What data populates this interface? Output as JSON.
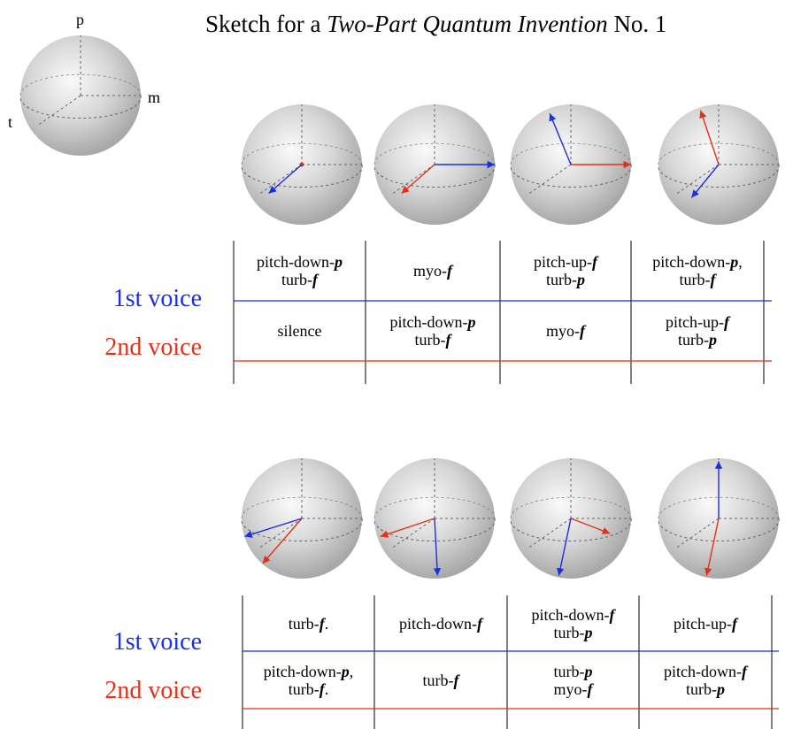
{
  "title": {
    "prefix": "Sketch for a ",
    "italic": "Two-Part Quantum Invention",
    "suffix": " No. 1"
  },
  "legend_sphere": {
    "labels": {
      "p": "p",
      "m": "m",
      "t": "t"
    }
  },
  "colors": {
    "voice1": "#1a2fe0",
    "voice2": "#e0321a",
    "grid": "#666666"
  },
  "systems": [
    {
      "voice_labels": [
        "1st voice",
        "2nd voice"
      ],
      "spheres": [
        {
          "voice1": [
            -0.55,
            -0.48,
            "t-axis"
          ],
          "voice2": [
            0,
            0,
            "origin"
          ]
        },
        {
          "voice1": [
            1,
            0,
            "m-axis"
          ],
          "voice2": [
            -0.55,
            -0.48,
            "t-axis"
          ]
        },
        {
          "voice1": [
            -0.35,
            0.85,
            "p-axis"
          ],
          "voice2": [
            1,
            0,
            "m-axis"
          ]
        },
        {
          "voice1": [
            -0.45,
            -0.55,
            "t-axis"
          ],
          "voice2": [
            -0.3,
            0.9,
            "p-axis"
          ]
        }
      ],
      "voice1_cells": [
        [
          [
            "pitch-down-",
            "p",
            ""
          ],
          [
            "turb-",
            "f",
            ""
          ]
        ],
        [
          [
            "myo-",
            "f",
            ""
          ]
        ],
        [
          [
            "pitch-up-",
            "f",
            ""
          ],
          [
            "turb-",
            "p",
            ""
          ]
        ],
        [
          [
            "pitch-down-",
            "p",
            ","
          ],
          [
            "turb-",
            "f",
            ""
          ]
        ]
      ],
      "voice2_cells": [
        [
          [
            "silence",
            "",
            ""
          ]
        ],
        [
          [
            "pitch-down-",
            "p",
            ""
          ],
          [
            "turb-",
            "f",
            ""
          ]
        ],
        [
          [
            "myo-",
            "f",
            ""
          ]
        ],
        [
          [
            "pitch-up-",
            "f",
            ""
          ],
          [
            "turb-",
            "p",
            ""
          ]
        ]
      ]
    },
    {
      "voice_labels": [
        "1st voice",
        "2nd voice"
      ],
      "spheres": [
        {
          "voice1": [
            -0.95,
            -0.3,
            "t-axis"
          ],
          "voice2": [
            -0.65,
            -0.75,
            "t-axis"
          ]
        },
        {
          "voice1": [
            0.05,
            -0.95,
            "down"
          ],
          "voice2": [
            -0.9,
            -0.3,
            "t-axis"
          ]
        },
        {
          "voice1": [
            -0.2,
            -0.95,
            "down"
          ],
          "voice2": [
            0.65,
            -0.25,
            "m-axis"
          ]
        },
        {
          "voice1": [
            0,
            0.95,
            "p-axis"
          ],
          "voice2": [
            -0.2,
            -0.95,
            "down"
          ]
        }
      ],
      "voice1_cells": [
        [
          [
            "turb-",
            "f",
            "."
          ]
        ],
        [
          [
            "pitch-down-",
            "f",
            ""
          ]
        ],
        [
          [
            "pitch-down-",
            "f",
            ""
          ],
          [
            "turb-",
            "p",
            ""
          ]
        ],
        [
          [
            "pitch-up-",
            "f",
            ""
          ]
        ]
      ],
      "voice2_cells": [
        [
          [
            "pitch-down-",
            "p",
            ","
          ],
          [
            "turb-",
            "f",
            "."
          ]
        ],
        [
          [
            "turb-",
            "f",
            ""
          ]
        ],
        [
          [
            "turb-",
            "p",
            ""
          ],
          [
            "myo-",
            "f",
            ""
          ]
        ],
        [
          [
            "pitch-down-",
            "f",
            ""
          ],
          [
            "turb-",
            "p",
            ""
          ]
        ]
      ]
    }
  ]
}
